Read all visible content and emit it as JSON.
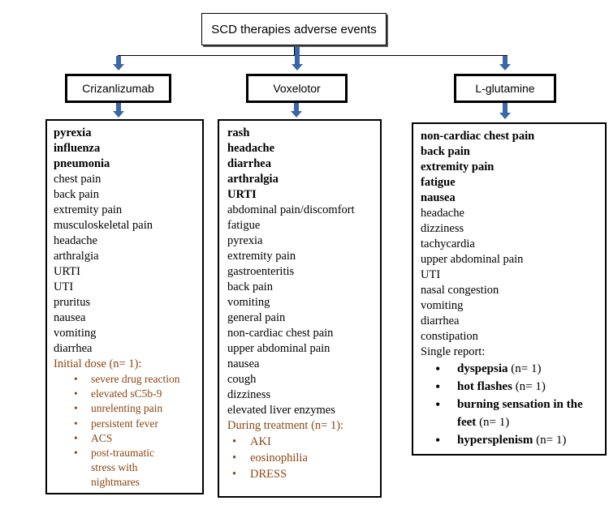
{
  "title": "SCD therapies adverse events",
  "columns": [
    {
      "drug": "Crizanlizumab",
      "bold_items": [
        "pyrexia",
        "influenza",
        "pneumonia"
      ],
      "items": [
        "chest pain",
        "back pain",
        "extremity pain",
        "musculoskeletal pain",
        "headache",
        "arthralgia",
        "URTI",
        "UTI",
        "pruritus",
        "nausea",
        "vomiting",
        "diarrhea"
      ],
      "sub_heading": "Initial dose (n= 1):",
      "sub_items": [
        "severe drug reaction",
        "elevated sC5b-9",
        "unrelenting pain",
        "persistent fever",
        "ACS",
        "post-traumatic",
        "stress with",
        "nightmares"
      ]
    },
    {
      "drug": "Voxelotor",
      "bold_items": [
        "rash",
        "headache",
        "diarrhea",
        "arthralgia",
        "URTI"
      ],
      "items": [
        "abdominal pain/discomfort",
        "fatigue",
        "pyrexia",
        "extremity pain",
        "gastroenteritis",
        "back pain",
        "vomiting",
        "general pain",
        "non-cardiac chest pain",
        "upper abdominal pain",
        "nausea",
        "cough",
        "dizziness",
        "elevated liver enzymes"
      ],
      "sub_heading": "During treatment (n= 1):",
      "sub_items": [
        "AKI",
        "eosinophilia",
        "DRESS"
      ]
    },
    {
      "drug": "L-glutamine",
      "bold_items": [
        "non-cardiac chest pain",
        "back pain",
        "extremity pain",
        "fatigue",
        "nausea"
      ],
      "items": [
        "headache",
        "dizziness",
        "tachycardia",
        "upper abdominal pain",
        "UTI",
        "nasal congestion",
        "vomiting",
        "diarrhea",
        "constipation"
      ],
      "sub_heading": "Single report:",
      "single_reports": [
        {
          "name": "dyspepsia",
          "count": "(n= 1)"
        },
        {
          "name": "hot flashes",
          "count": "(n= 1)"
        },
        {
          "name": "burning sensation in the feet",
          "count": "(n= 1)"
        },
        {
          "name": "hypersplenism",
          "count": "(n= 1)"
        }
      ]
    }
  ],
  "colors": {
    "arrow": "#3b67a8",
    "sub_text": "#8b4513"
  }
}
